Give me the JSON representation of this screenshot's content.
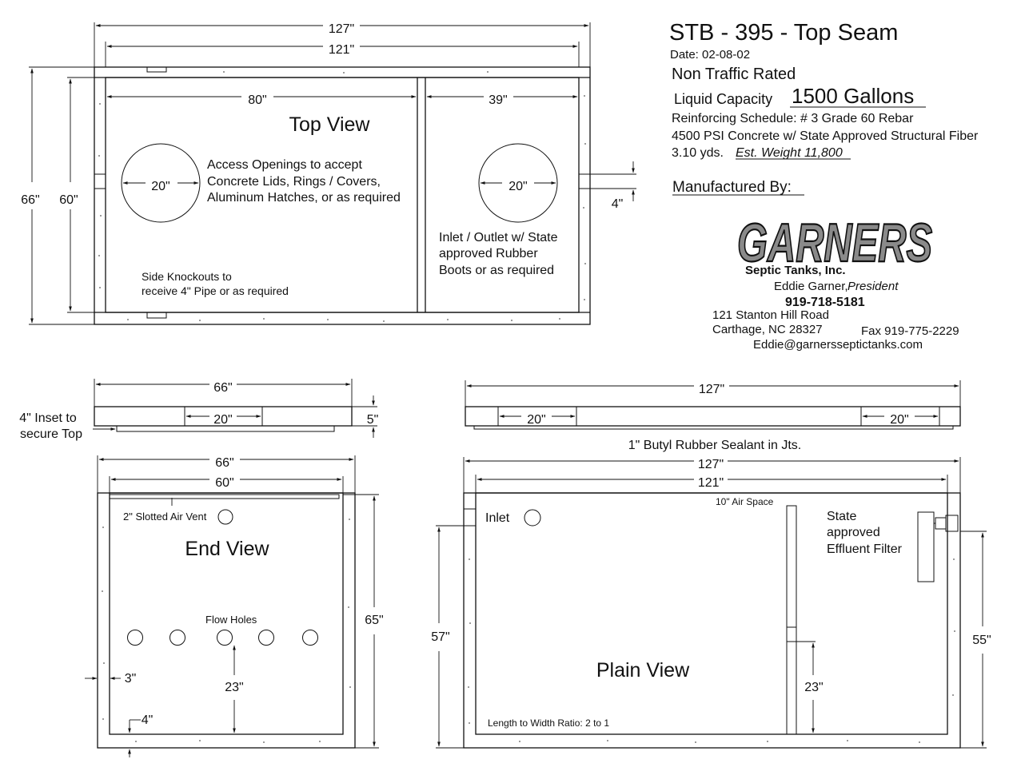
{
  "title_block": {
    "title": "STB - 395 - Top Seam",
    "date": "Date: 02-08-02",
    "rating": "Non Traffic Rated",
    "capacity_label": "Liquid Capacity",
    "capacity_value": "1500 Gallons",
    "rebar": "Reinforcing Schedule: # 3 Grade 60 Rebar",
    "concrete": "4500 PSI Concrete w/ State Approved Structural Fiber",
    "yards": "3.10 yds.",
    "weight": "Est. Weight 11,800",
    "manufactured_by": "Manufactured By:"
  },
  "logo": {
    "brand": "GARNERS",
    "sub": "Septic Tanks, Inc.",
    "person": "Eddie Garner,",
    "role": "President",
    "phone": "919-718-5181",
    "address1": "121 Stanton Hill Road",
    "address2": "Carthage, NC 28327",
    "fax": "Fax 919-775-2229",
    "email": "Eddie@garnersseptictanks.com"
  },
  "top_view": {
    "label": "Top View",
    "dim_outer": "127\"",
    "dim_inner": "121\"",
    "dim_left": "80\"",
    "dim_right": "39\"",
    "dim_height_outer": "66\"",
    "dim_height_inner": "60\"",
    "opening_left": "20\"",
    "opening_right": "20\"",
    "dim_pipe": "4\"",
    "note_access": [
      "Access Openings to accept",
      "Concrete Lids, Rings / Covers,",
      "Aluminum Hatches, or as required"
    ],
    "note_inlet": [
      "Inlet / Outlet w/ State",
      "approved Rubber",
      "Boots or as required"
    ],
    "note_knockouts": [
      "Side Knockouts to",
      "receive 4\" Pipe or as required"
    ]
  },
  "lid_end": {
    "dim_width": "66\"",
    "dim_opening": "20\"",
    "dim_thickness": "5\"",
    "note_inset": [
      "4\" Inset to",
      "secure Top"
    ]
  },
  "lid_side": {
    "dim_length": "127\"",
    "dim_opening_left": "20\"",
    "dim_opening_right": "20\"",
    "note_sealant": "1\" Butyl Rubber Sealant in Jts."
  },
  "end_view": {
    "label": "End View",
    "dim_outer": "66\"",
    "dim_inner": "60\"",
    "dim_height": "65\"",
    "dim_flow": "23\"",
    "dim_wall": "3\"",
    "dim_floor": "4\"",
    "note_vent": "2\" Slotted Air Vent",
    "note_flow": "Flow Holes"
  },
  "plain_view": {
    "label": "Plain View",
    "dim_outer": "127\"",
    "dim_inner": "121\"",
    "dim_inlet_height": "57\"",
    "dim_outlet_height": "55\"",
    "dim_baffle": "23\"",
    "note_air": "10\" Air Space",
    "note_inlet": "Inlet",
    "note_filter": [
      "State",
      "approved",
      "Effluent Filter"
    ],
    "note_ratio": "Length to Width Ratio: 2 to 1"
  }
}
